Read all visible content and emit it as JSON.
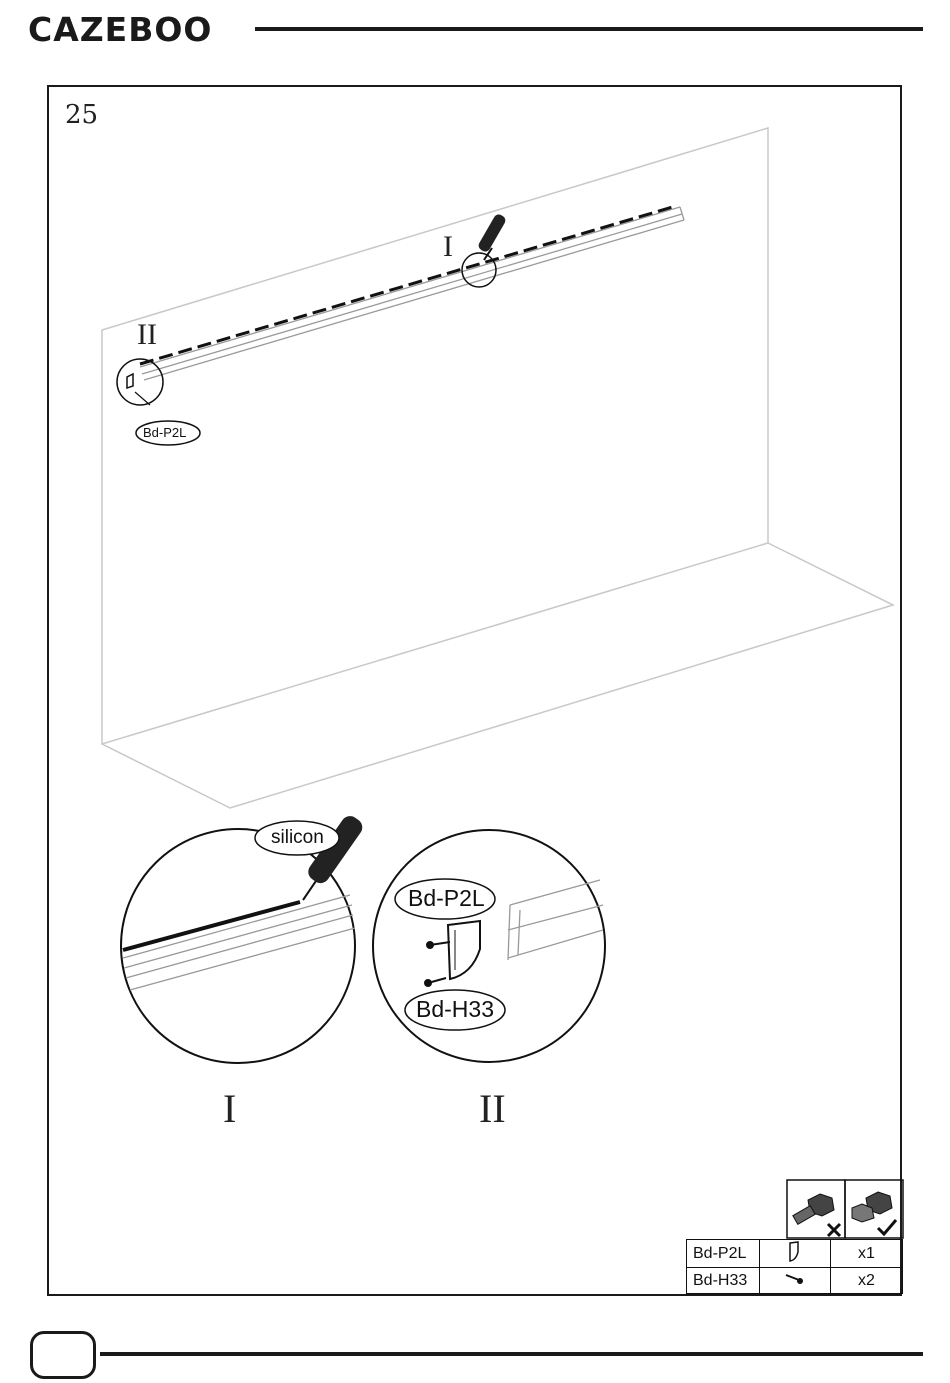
{
  "header": {
    "brand": "CAZEBOO"
  },
  "step": {
    "number": "25"
  },
  "overview": {
    "detail_I": "I",
    "detail_II": "II",
    "part_tag": "Bd-P2L"
  },
  "detail_I": {
    "callout": "silicon",
    "caption": "I"
  },
  "detail_II": {
    "callout_top": "Bd-P2L",
    "callout_bottom": "Bd-H33",
    "caption": "II"
  },
  "parts_table": {
    "rows": [
      {
        "code": "Bd-P2L",
        "icon": "end-cap-icon",
        "qty": "x1"
      },
      {
        "code": "Bd-H33",
        "icon": "screw-icon",
        "qty": "x2"
      }
    ],
    "header_icons": [
      "bolt-not-tightened-icon",
      "bolt-tightened-icon"
    ]
  }
}
